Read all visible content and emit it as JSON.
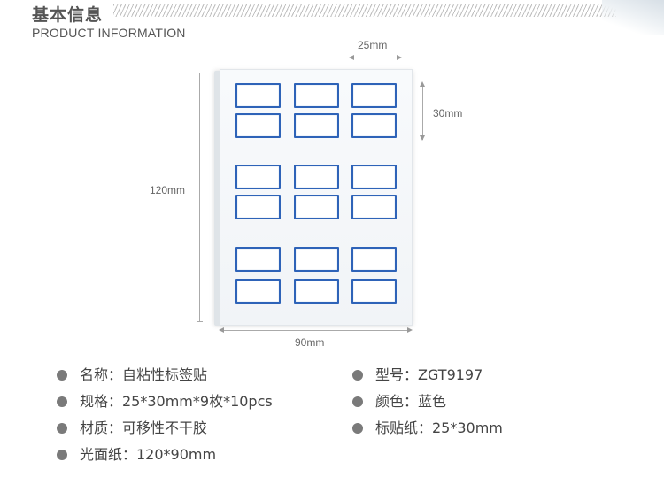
{
  "header": {
    "title_cn": "基本信息",
    "title_en": "PRODUCT  INFORMATION"
  },
  "dimensions": {
    "label_width": "25mm",
    "label_height": "30mm",
    "sheet_height": "120mm",
    "sheet_width": "90mm"
  },
  "sheet": {
    "label_rows": 6,
    "label_cols": 3,
    "label_border_color": "#2e63b8"
  },
  "specs": {
    "name": "名称：自粘性标签贴",
    "spec": "规格：25*30mm*9枚*10pcs",
    "material": "材质：可移性不干胶",
    "paper": "光面纸：120*90mm",
    "model": "型号：ZGT9197",
    "color": "颜色：蓝色",
    "label_paper": "标贴纸：25*30mm"
  }
}
